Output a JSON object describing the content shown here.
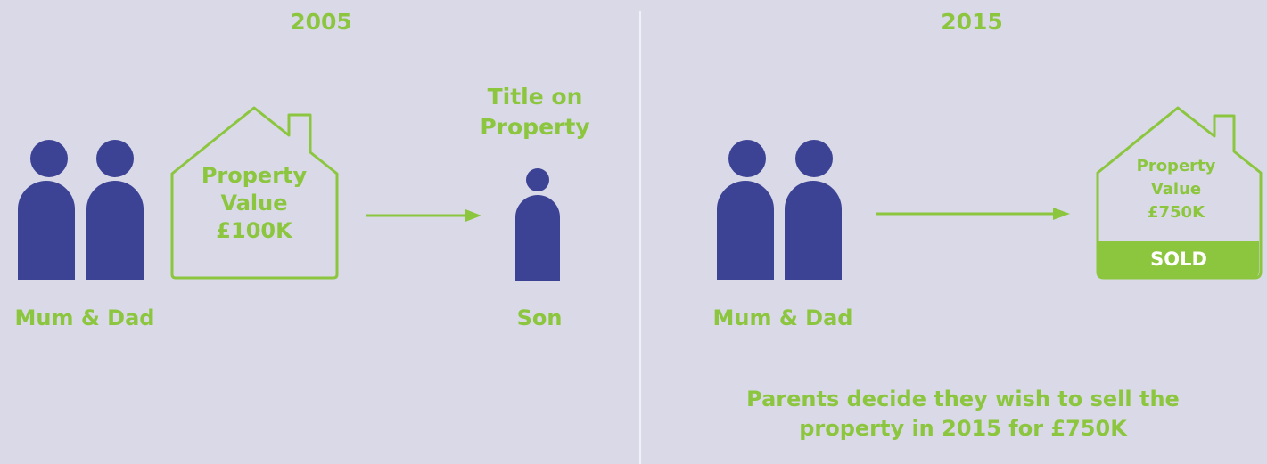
{
  "left_panel": {
    "year": "2005",
    "house_line1": "Property",
    "house_line2": "Value",
    "house_line3": "£100K",
    "title_line1": "Title on",
    "title_line2": "Property",
    "parents_label": "Mum & Dad",
    "son_label": "Son"
  },
  "right_panel": {
    "year": "2015",
    "house_line1": "Property",
    "house_line2": "Value",
    "house_line3": "£750K",
    "sold_label": "SOLD",
    "parents_label": "Mum & Dad",
    "caption_line1": "Parents decide they wish to sell the",
    "caption_line2": "property in 2015 for £750K"
  },
  "colors": {
    "background": "#d9d9e8",
    "accent_green": "#8cc63f",
    "person_blue": "#3c4395",
    "divider": "#f0f0f7"
  }
}
